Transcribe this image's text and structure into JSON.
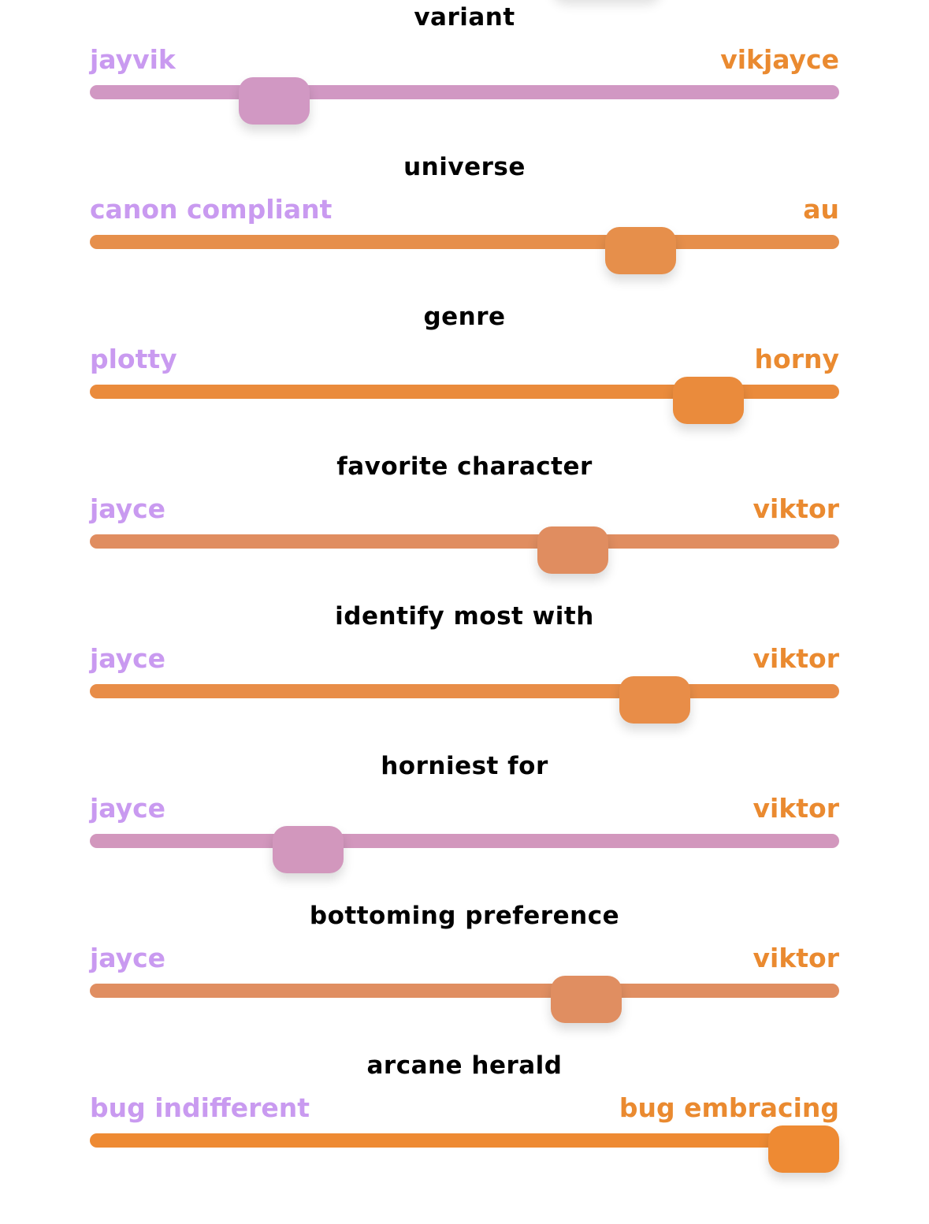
{
  "sliders": [
    {
      "title": "variant",
      "left": "jayvik",
      "right": "vikjayce",
      "value": 0.22,
      "color": "#d198c3"
    },
    {
      "title": "universe",
      "left": "canon compliant",
      "right": "au",
      "value": 0.76,
      "color": "#e68f4b"
    },
    {
      "title": "genre",
      "left": "plotty",
      "right": "horny",
      "value": 0.86,
      "color": "#ea8b3c"
    },
    {
      "title": "favorite character",
      "left": "jayce",
      "right": "viktor",
      "value": 0.66,
      "color": "#e08d60"
    },
    {
      "title": "identify most with",
      "left": "jayce",
      "right": "viktor",
      "value": 0.78,
      "color": "#e88d48"
    },
    {
      "title": "horniest for",
      "left": "jayce",
      "right": "viktor",
      "value": 0.27,
      "color": "#d297bd"
    },
    {
      "title": "bottoming preference",
      "left": "jayce",
      "right": "viktor",
      "value": 0.68,
      "color": "#e08e61"
    },
    {
      "title": "arcane herald",
      "left": "bug indifferent",
      "right": "bug embracing",
      "value": 1.0,
      "color": "#ee8a33"
    }
  ]
}
